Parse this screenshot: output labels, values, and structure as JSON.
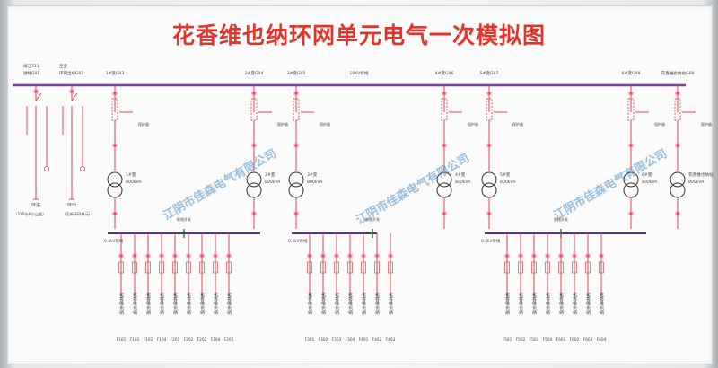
{
  "title": "花香维也纳环网单元电气一次模拟图",
  "incoming": [
    {
      "name": "闽江711",
      "cabinet": "进线G01"
    },
    {
      "name": "至变",
      "cabinet": "环网出线G02"
    }
  ],
  "incoming_bottom": {
    "left": "环进",
    "right": "环出"
  },
  "incoming_notes": {
    "left": "(1YB水K小山变)",
    "right": "(至新环网单元)"
  },
  "feeders": [
    "1#变G03",
    "2#变G04",
    "3#变G05",
    "10KV母线",
    "4#变G06",
    "5#变G07",
    "6#变G08",
    "花香维也纳站G09"
  ],
  "breaker_label": "保护器",
  "transformers": [
    {
      "name": "1#变",
      "capacity": "800kVA"
    },
    {
      "name": "2#变",
      "capacity": "800kVA"
    },
    {
      "name": "3#变",
      "capacity": "800kVA"
    },
    {
      "name": "4#变",
      "capacity": "800kVA"
    },
    {
      "name": "5#变",
      "capacity": "800kVA"
    },
    {
      "name": "6#变",
      "capacity": "800kVA"
    },
    {
      "name": "花香维也纳站",
      "capacity": "800kVA"
    }
  ],
  "lv_labels": {
    "bus": "0.4kV母线",
    "tie": "联络开关"
  },
  "watermark": "江阴市佳森电气有限公司",
  "outgoing_name": "花香维也纳",
  "outgoing_groups": [
    [
      "F101",
      "F102",
      "F103",
      "F104",
      "F201",
      "F202",
      "F203",
      "F204",
      "F205"
    ],
    [
      "F301",
      "F302",
      "F303",
      "F304",
      "F401",
      "F402",
      "F403"
    ],
    [
      "F501",
      "F502",
      "F503",
      "F504",
      "F601",
      "F602",
      "F603",
      "F604"
    ]
  ],
  "colors": {
    "title": "#e3342c",
    "bus": "#5a2f8e",
    "line": "#d94a55",
    "hv_bus": "#7a3f99"
  }
}
